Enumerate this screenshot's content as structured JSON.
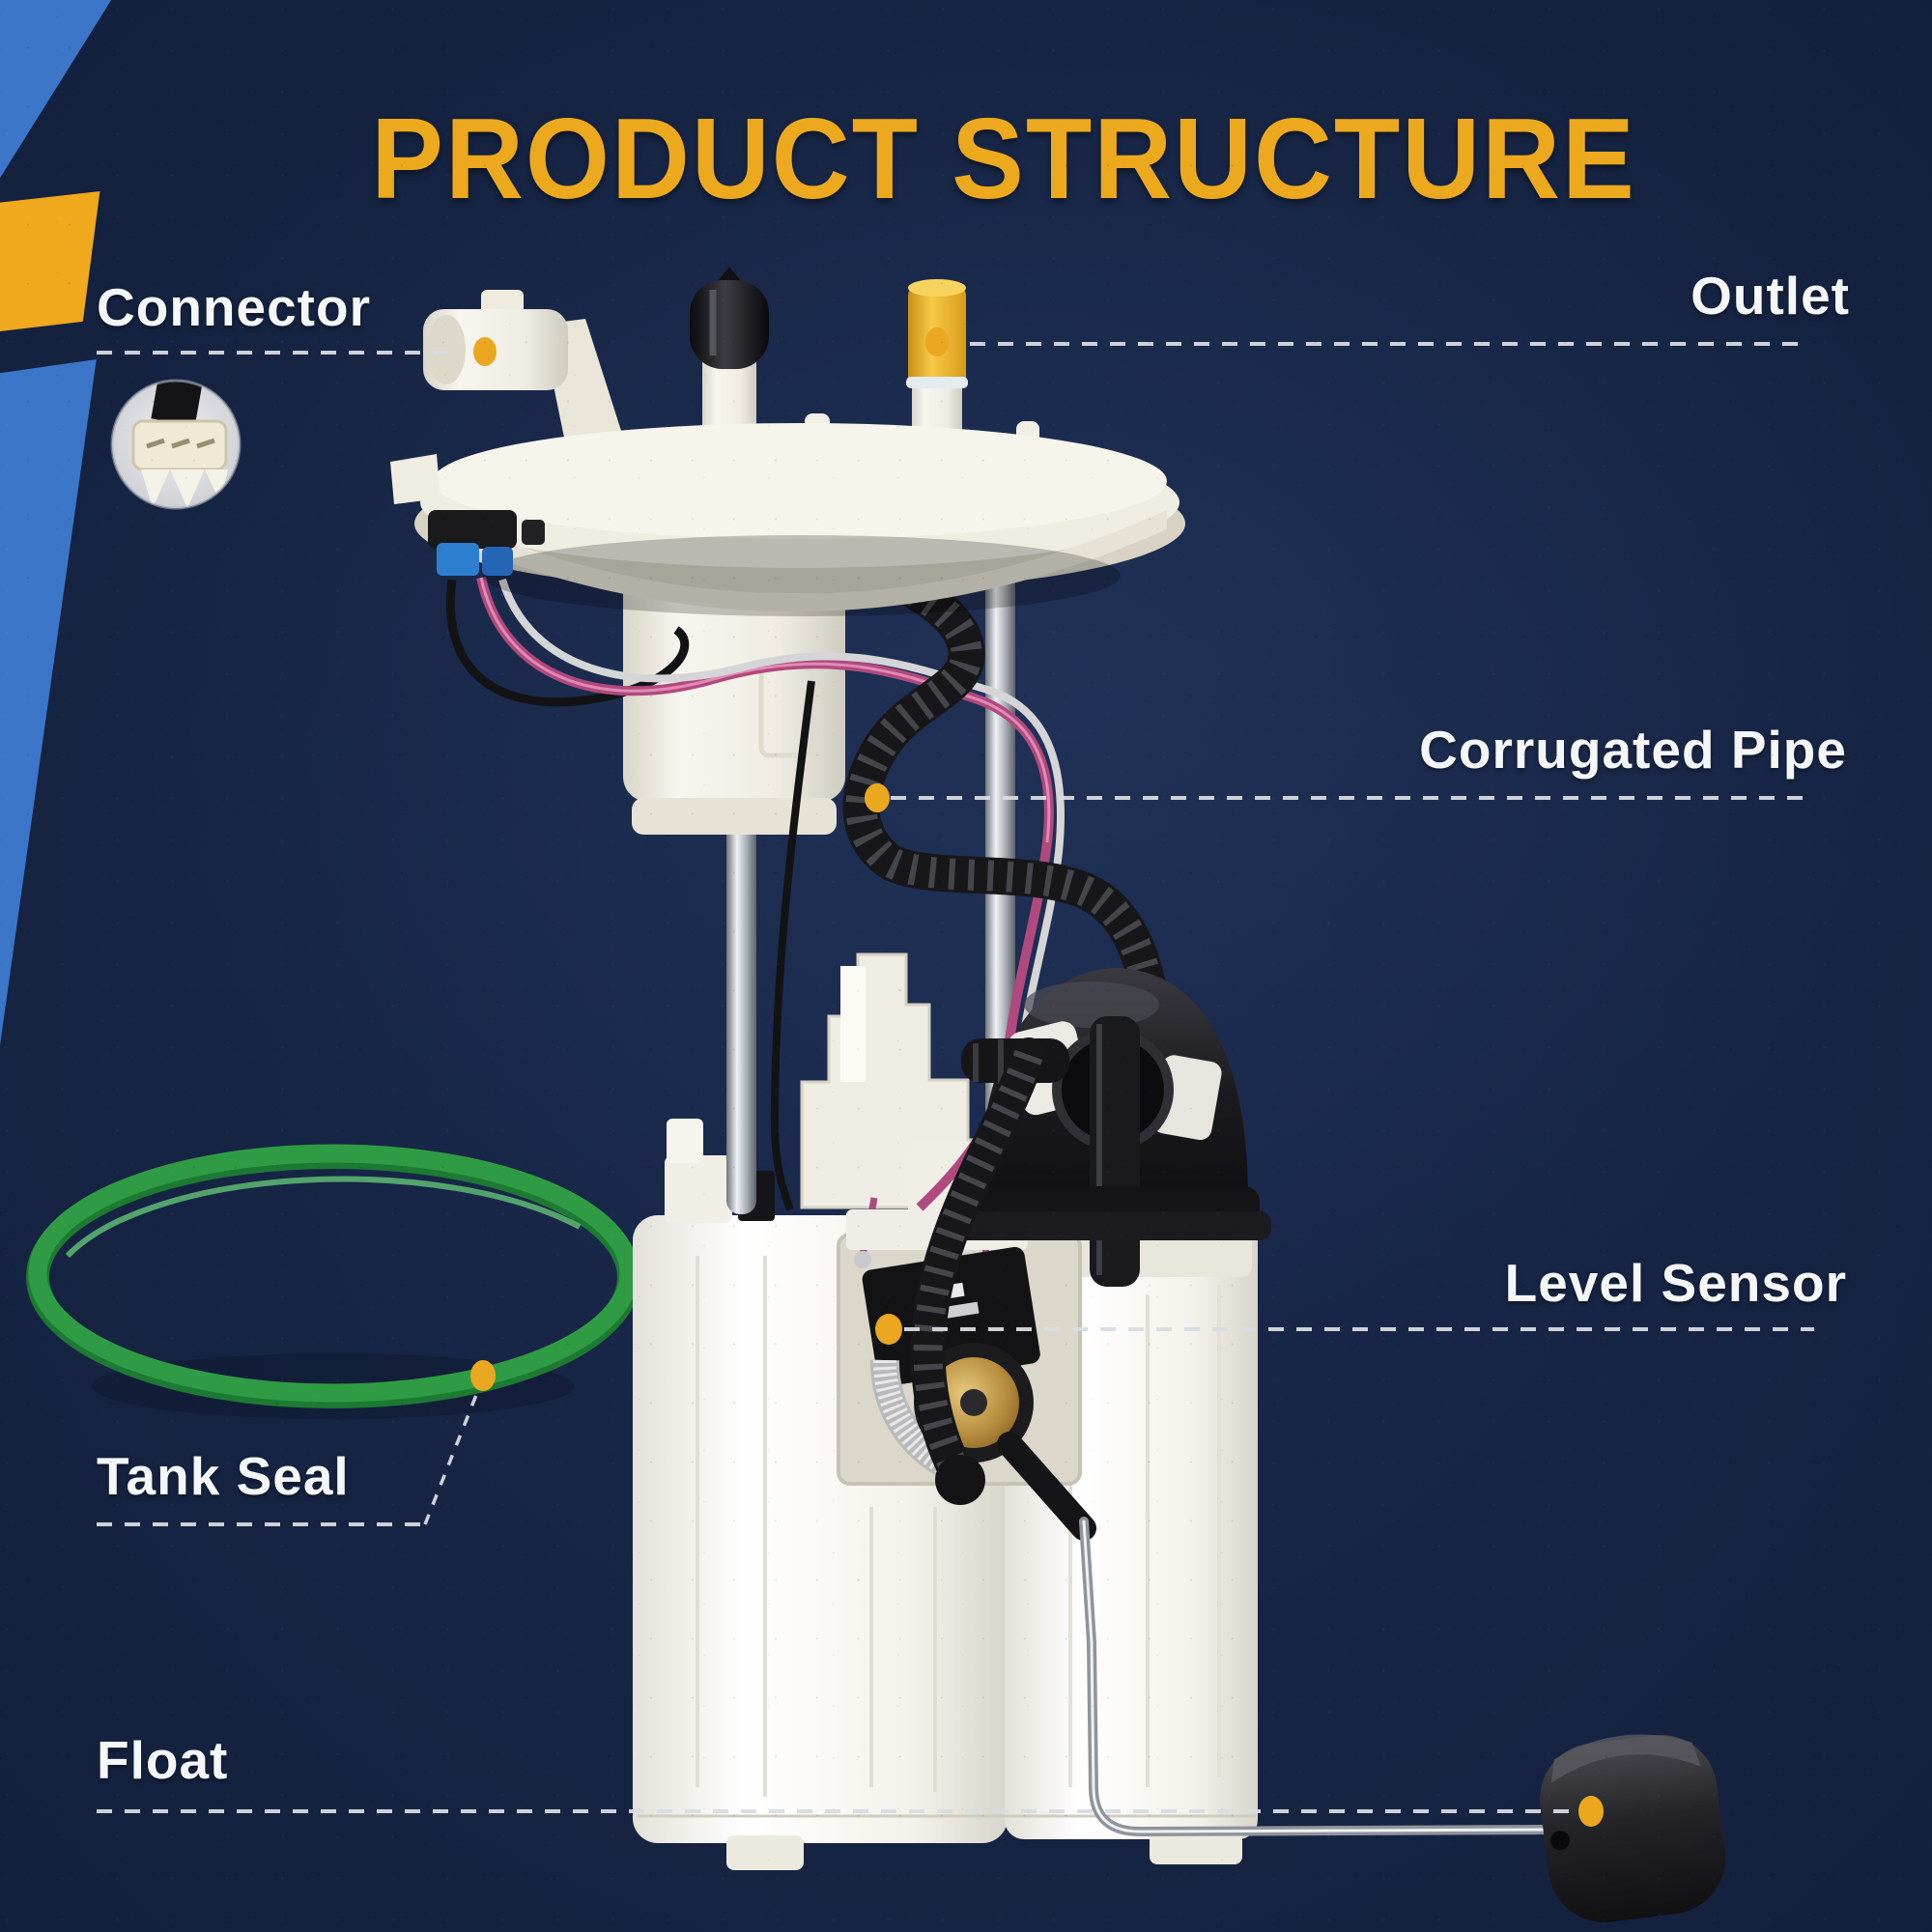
{
  "page": {
    "title": "PRODUCT STRUCTURE",
    "type": "product-structure-infographic"
  },
  "colors": {
    "background_navy": "#152341",
    "decor_blue": "#3b76c9",
    "decor_yellow": "#f0a81d",
    "title_yellow": "#eda91e",
    "label_text": "#f4f6f8",
    "leader_line": "#d8dce2",
    "marker_dot": "#eaa71f",
    "tank_seal_green": "#2f9c45",
    "plastic_white": "#f4f1e9",
    "pump_black": "#1a1a1e"
  },
  "labels": {
    "connector": {
      "text": "Connector"
    },
    "outlet": {
      "text": "Outlet"
    },
    "corrugated": {
      "text": "Corrugated Pipe"
    },
    "level": {
      "text": "Level Sensor"
    },
    "tankseal": {
      "text": "Tank Seal"
    },
    "float": {
      "text": "Float"
    }
  },
  "parts": [
    "mounting-flange",
    "electrical-connector",
    "rubber-cap",
    "outlet-port",
    "guide-rods",
    "reservoir-cup",
    "corrugated-pipe",
    "wiring-harness",
    "pump-head",
    "fuel-tank-module",
    "level-sensor",
    "float-arm",
    "float",
    "tank-seal-oring",
    "connector-inset-photo"
  ]
}
